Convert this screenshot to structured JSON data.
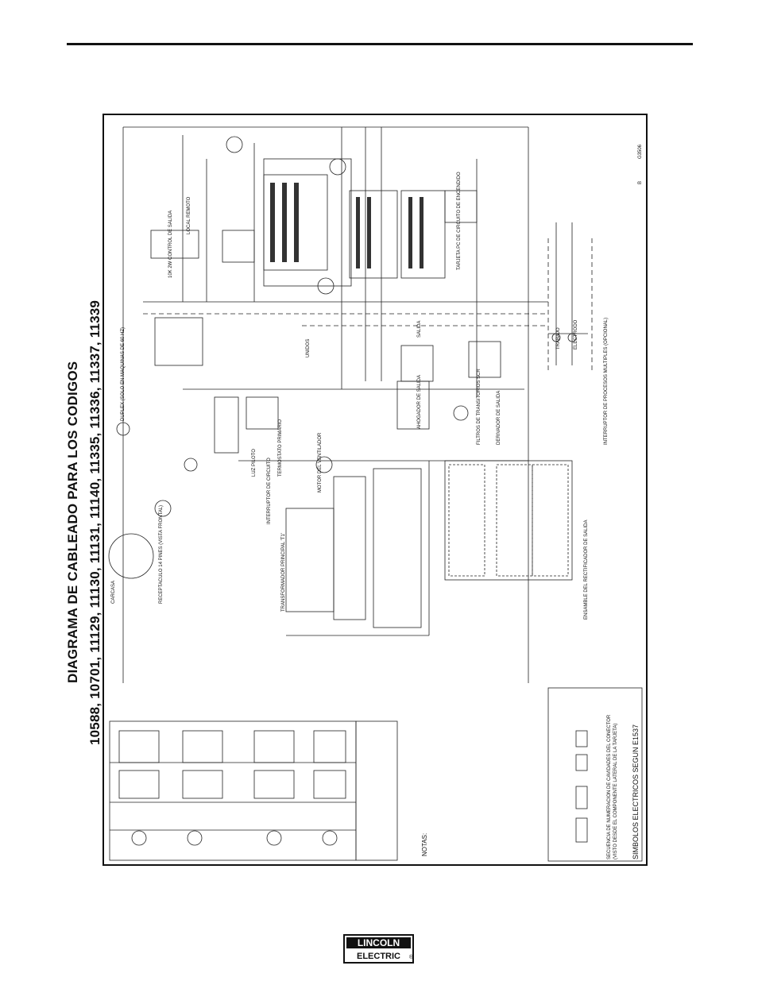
{
  "page": {
    "title_line1": "DIAGRAMA DE CABLEADO PARA LOS CODIGOS",
    "title_line2": "10588, 10701, 11129, 11130, 11131, 11140, 11335, 11336, 11337, 11339"
  },
  "diagram": {
    "doc_code": "G3506",
    "revision": "B",
    "symbols_note": "SIMBOLOS ELECTRICOS SEGUN E1537",
    "connector_note_1": "SECUENCIA DE NUMERACION DE CAVIDADES DEL CONECTOR",
    "connector_note_2": "(VISTO DESDE EL COMPONENTE LATERAL DE LA TARJETA)",
    "notes_title": "NOTAS:",
    "labels": {
      "transformador_principal": "TRANSFORMADOR PRINCIPAL 'T1'",
      "interruptor_circuito": "INTERRUPTOR DE CIRCUITO",
      "duplex": "DUPLEX (SOLO EN MAQUINAS DE 60 HZ)",
      "ahogador": "AHOGADOR DE SALIDA",
      "filtros": "FILTROS DE TRANSITORIOS SCR",
      "derivador": "DERIVADOR DE SALIDA",
      "tarjeta_pc": "TARJETA PC DE CIRCUITO DE ENCENDIDO",
      "unidos": "UNIDOS",
      "salida": "SALIDA",
      "trabajo": "TRABAJO",
      "electrodo": "ELECTRODO",
      "ensamble": "ENSAMBLE DEL RECTIFICADOR DE SALIDA",
      "interruptor_procesos": "INTERRUPTOR DE PROCESOS MULTIPLES (OPCIONAL)",
      "luz_piloto": "LUZ PILOTO",
      "termostato": "TERMOSTATO PRIMARIO",
      "motor": "MOTOR DEL VENTILADOR",
      "control_salida": "10K 2W CONTROL DE SALIDA",
      "local_remoto": "LOCAL REMOTO",
      "carcasa": "CARCASA",
      "receptaculo": "RECEPTACULO 14 PINES (VISTA FRONTAL)"
    }
  },
  "brand": {
    "top": "LINCOLN",
    "bottom": "ELECTRIC",
    "registered": "®"
  }
}
